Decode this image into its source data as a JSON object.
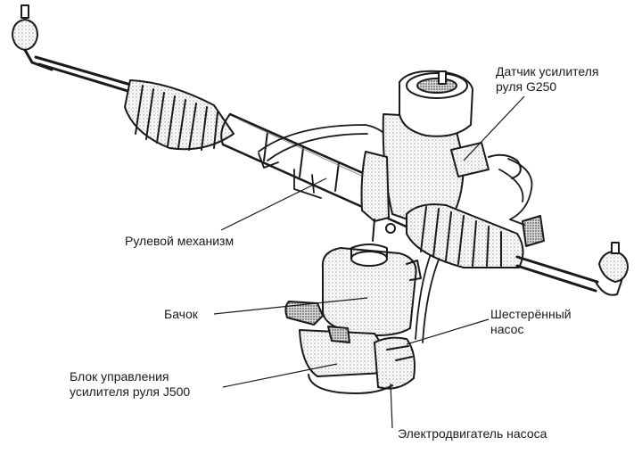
{
  "labels": {
    "sensor": {
      "line1": "Датчик усилителя",
      "line2": "руля G250"
    },
    "steering_gear": "Рулевой механизм",
    "reservoir": "Бачок",
    "gear_pump": {
      "line1": "Шестерённый",
      "line2": "насос"
    },
    "control_unit": {
      "line1": "Блок управления",
      "line2": "усилителя руля J500"
    },
    "pump_motor": "Электродвигатель насоса"
  },
  "colors": {
    "ink": "#1a1a1a",
    "shade": "#b8b8b8",
    "background": "#ffffff"
  }
}
